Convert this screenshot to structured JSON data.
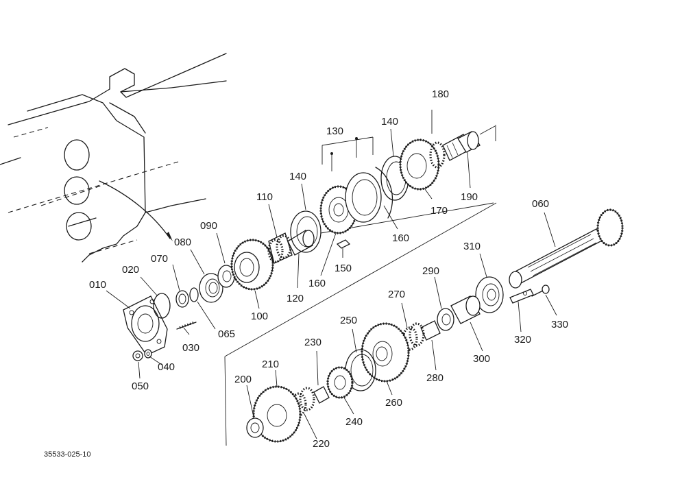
{
  "diagram_code": "35533-025-10",
  "labels": [
    "010",
    "020",
    "030",
    "040",
    "050",
    "065",
    "070",
    "080",
    "090",
    "100",
    "110",
    "120",
    "130",
    "140",
    "140",
    "150",
    "160",
    "160",
    "170",
    "180",
    "190",
    "060",
    "310",
    "320",
    "330",
    "290",
    "300",
    "270",
    "280",
    "250",
    "260",
    "230",
    "240",
    "210",
    "220",
    "200"
  ]
}
